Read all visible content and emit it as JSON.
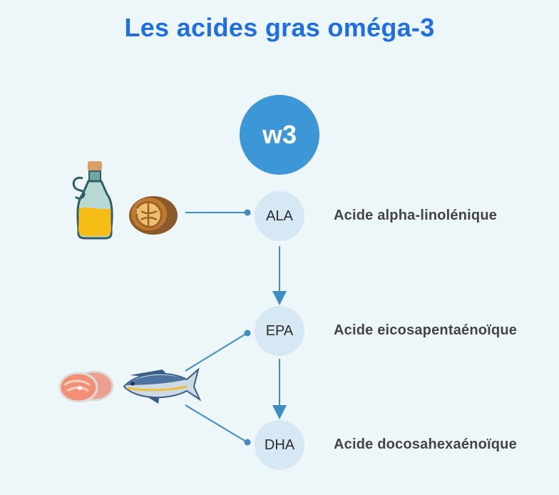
{
  "title": "Les acides gras oméga-3",
  "center_node": {
    "label": "w3",
    "color": "#3d96d6"
  },
  "nodes": [
    {
      "abbr": "ALA",
      "name": "Acide alpha-linolénique"
    },
    {
      "abbr": "EPA",
      "name": "Acide eicosapentaénoïque"
    },
    {
      "abbr": "DHA",
      "name": "Acide docosahexaénoïque"
    }
  ],
  "sources": {
    "plant": {
      "icons": [
        "olive-oil-bottle-icon",
        "walnut-icon"
      ]
    },
    "marine": {
      "icons": [
        "salmon-steak-icon",
        "tuna-fish-icon"
      ]
    }
  },
  "colors": {
    "title": "#1f6fe0",
    "arrow": "#3d8cc4",
    "node_fill": "#d6e8f3",
    "background": "#edf6f8"
  }
}
